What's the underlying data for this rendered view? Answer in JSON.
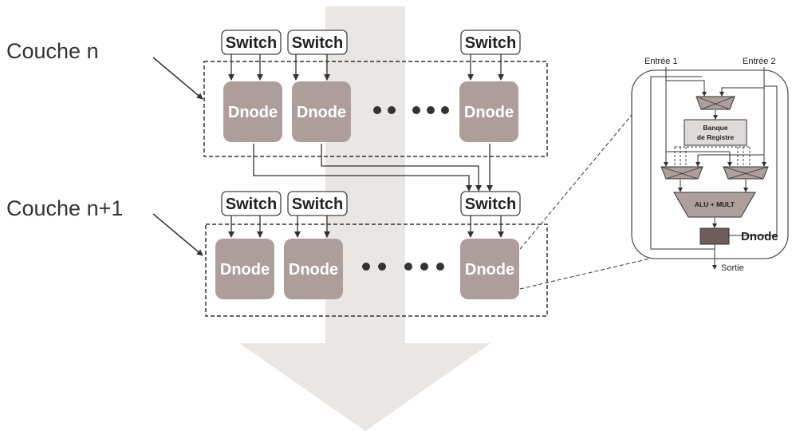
{
  "colors": {
    "flow_arrow": "#e9e6e3",
    "dnode_fill": "#ad9e9c",
    "register_fill": "#dedad9",
    "mux_fill": "#ae9f9c",
    "output_reg": "#6e5e5b"
  },
  "layers": [
    {
      "label": "Couche n",
      "switches": [
        "Switch",
        "Switch",
        "Switch"
      ],
      "dnodes": [
        "Dnode",
        "Dnode",
        "Dnode"
      ]
    },
    {
      "label": "Couche n+1",
      "switches": [
        "Switch",
        "Switch",
        "Switch"
      ],
      "dnodes": [
        "Dnode",
        "Dnode",
        "Dnode"
      ]
    }
  ],
  "detail": {
    "input1": "Entrée 1",
    "input2": "Entrée 2",
    "register_line1": "Banque",
    "register_line2": "de Registre",
    "alu": "ALU + MULT",
    "tag": "Dnode",
    "output": "Sortie"
  }
}
